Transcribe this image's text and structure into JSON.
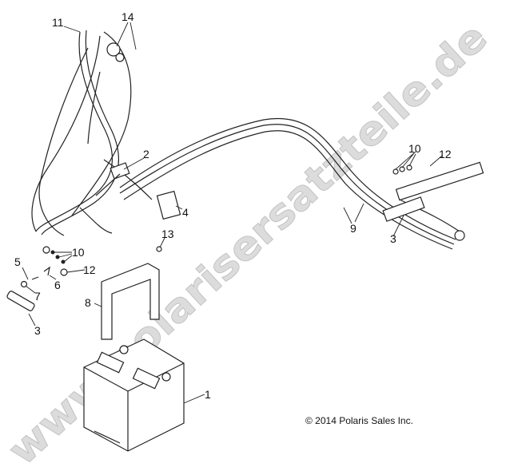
{
  "watermark": "www.polarisersatzteile.de",
  "copyright": "© 2014 Polaris Sales Inc.",
  "callouts": {
    "c11": "11",
    "c14": "14",
    "c2": "2",
    "c4": "4",
    "c13": "13",
    "c10a": "10",
    "c12a": "12",
    "c5": "5",
    "c6": "6",
    "c7": "7",
    "c3a": "3",
    "c8": "8",
    "c1": "1",
    "c9": "9",
    "c3b": "3",
    "c10b": "10",
    "c12b": "12"
  }
}
